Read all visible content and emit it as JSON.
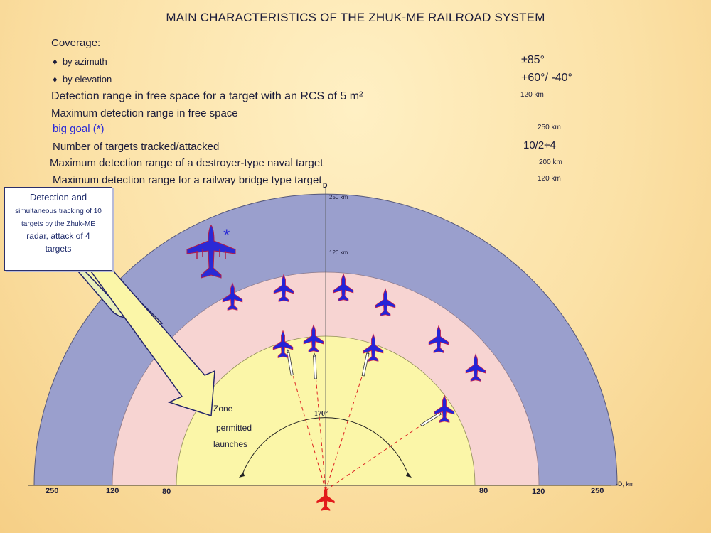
{
  "title": "MAIN CHARACTERISTICS OF THE ZHUK-ME RAILROAD SYSTEM",
  "coverage": {
    "heading": "Coverage:",
    "azimuth_label": "by azimuth",
    "azimuth_value": "±85°",
    "elevation_label": "by elevation",
    "elevation_value": "+60°/ -40°"
  },
  "specs": {
    "free_space_label": "Detection range in free space for a target with an RCS of 5 m²",
    "free_space_value": "120 km",
    "max_range_label": "Maximum detection range in free space",
    "big_goal_label": "big goal (*)",
    "big_goal_value": "250 km",
    "targets_label": "Number of targets tracked/attacked",
    "targets_value": "10/2÷4",
    "naval_label": "Maximum detection range of a destroyer-type naval target",
    "naval_value": "200 km",
    "bridge_label": "Maximum detection range for a railway bridge type target",
    "bridge_value": "120 km"
  },
  "callout": {
    "line1": "Detection and",
    "line2": "simultaneous tracking of 10",
    "line3": "targets by the Zhuk-ME",
    "line4": "radar, attack of 4",
    "line5": "targets"
  },
  "zone": {
    "line1": "Zone",
    "line2": "permitted",
    "line3": "launches"
  },
  "diagram": {
    "vertical_axis": "D",
    "range_250": "250 km",
    "range_120": "120 km",
    "angle": "170°",
    "horizontal_axis": "-D, km",
    "asterisk": "*",
    "ticks": {
      "l250": "250",
      "l120": "120",
      "l80": "80",
      "r80": "80",
      "r120": "120",
      "r250": "250"
    }
  },
  "colors": {
    "outer_zone": "#9a9fcd",
    "middle_zone": "#f7d4d2",
    "inner_zone": "#fbf6a8",
    "target_blue": "#2222dd",
    "fighter_red": "#e21a1a"
  }
}
